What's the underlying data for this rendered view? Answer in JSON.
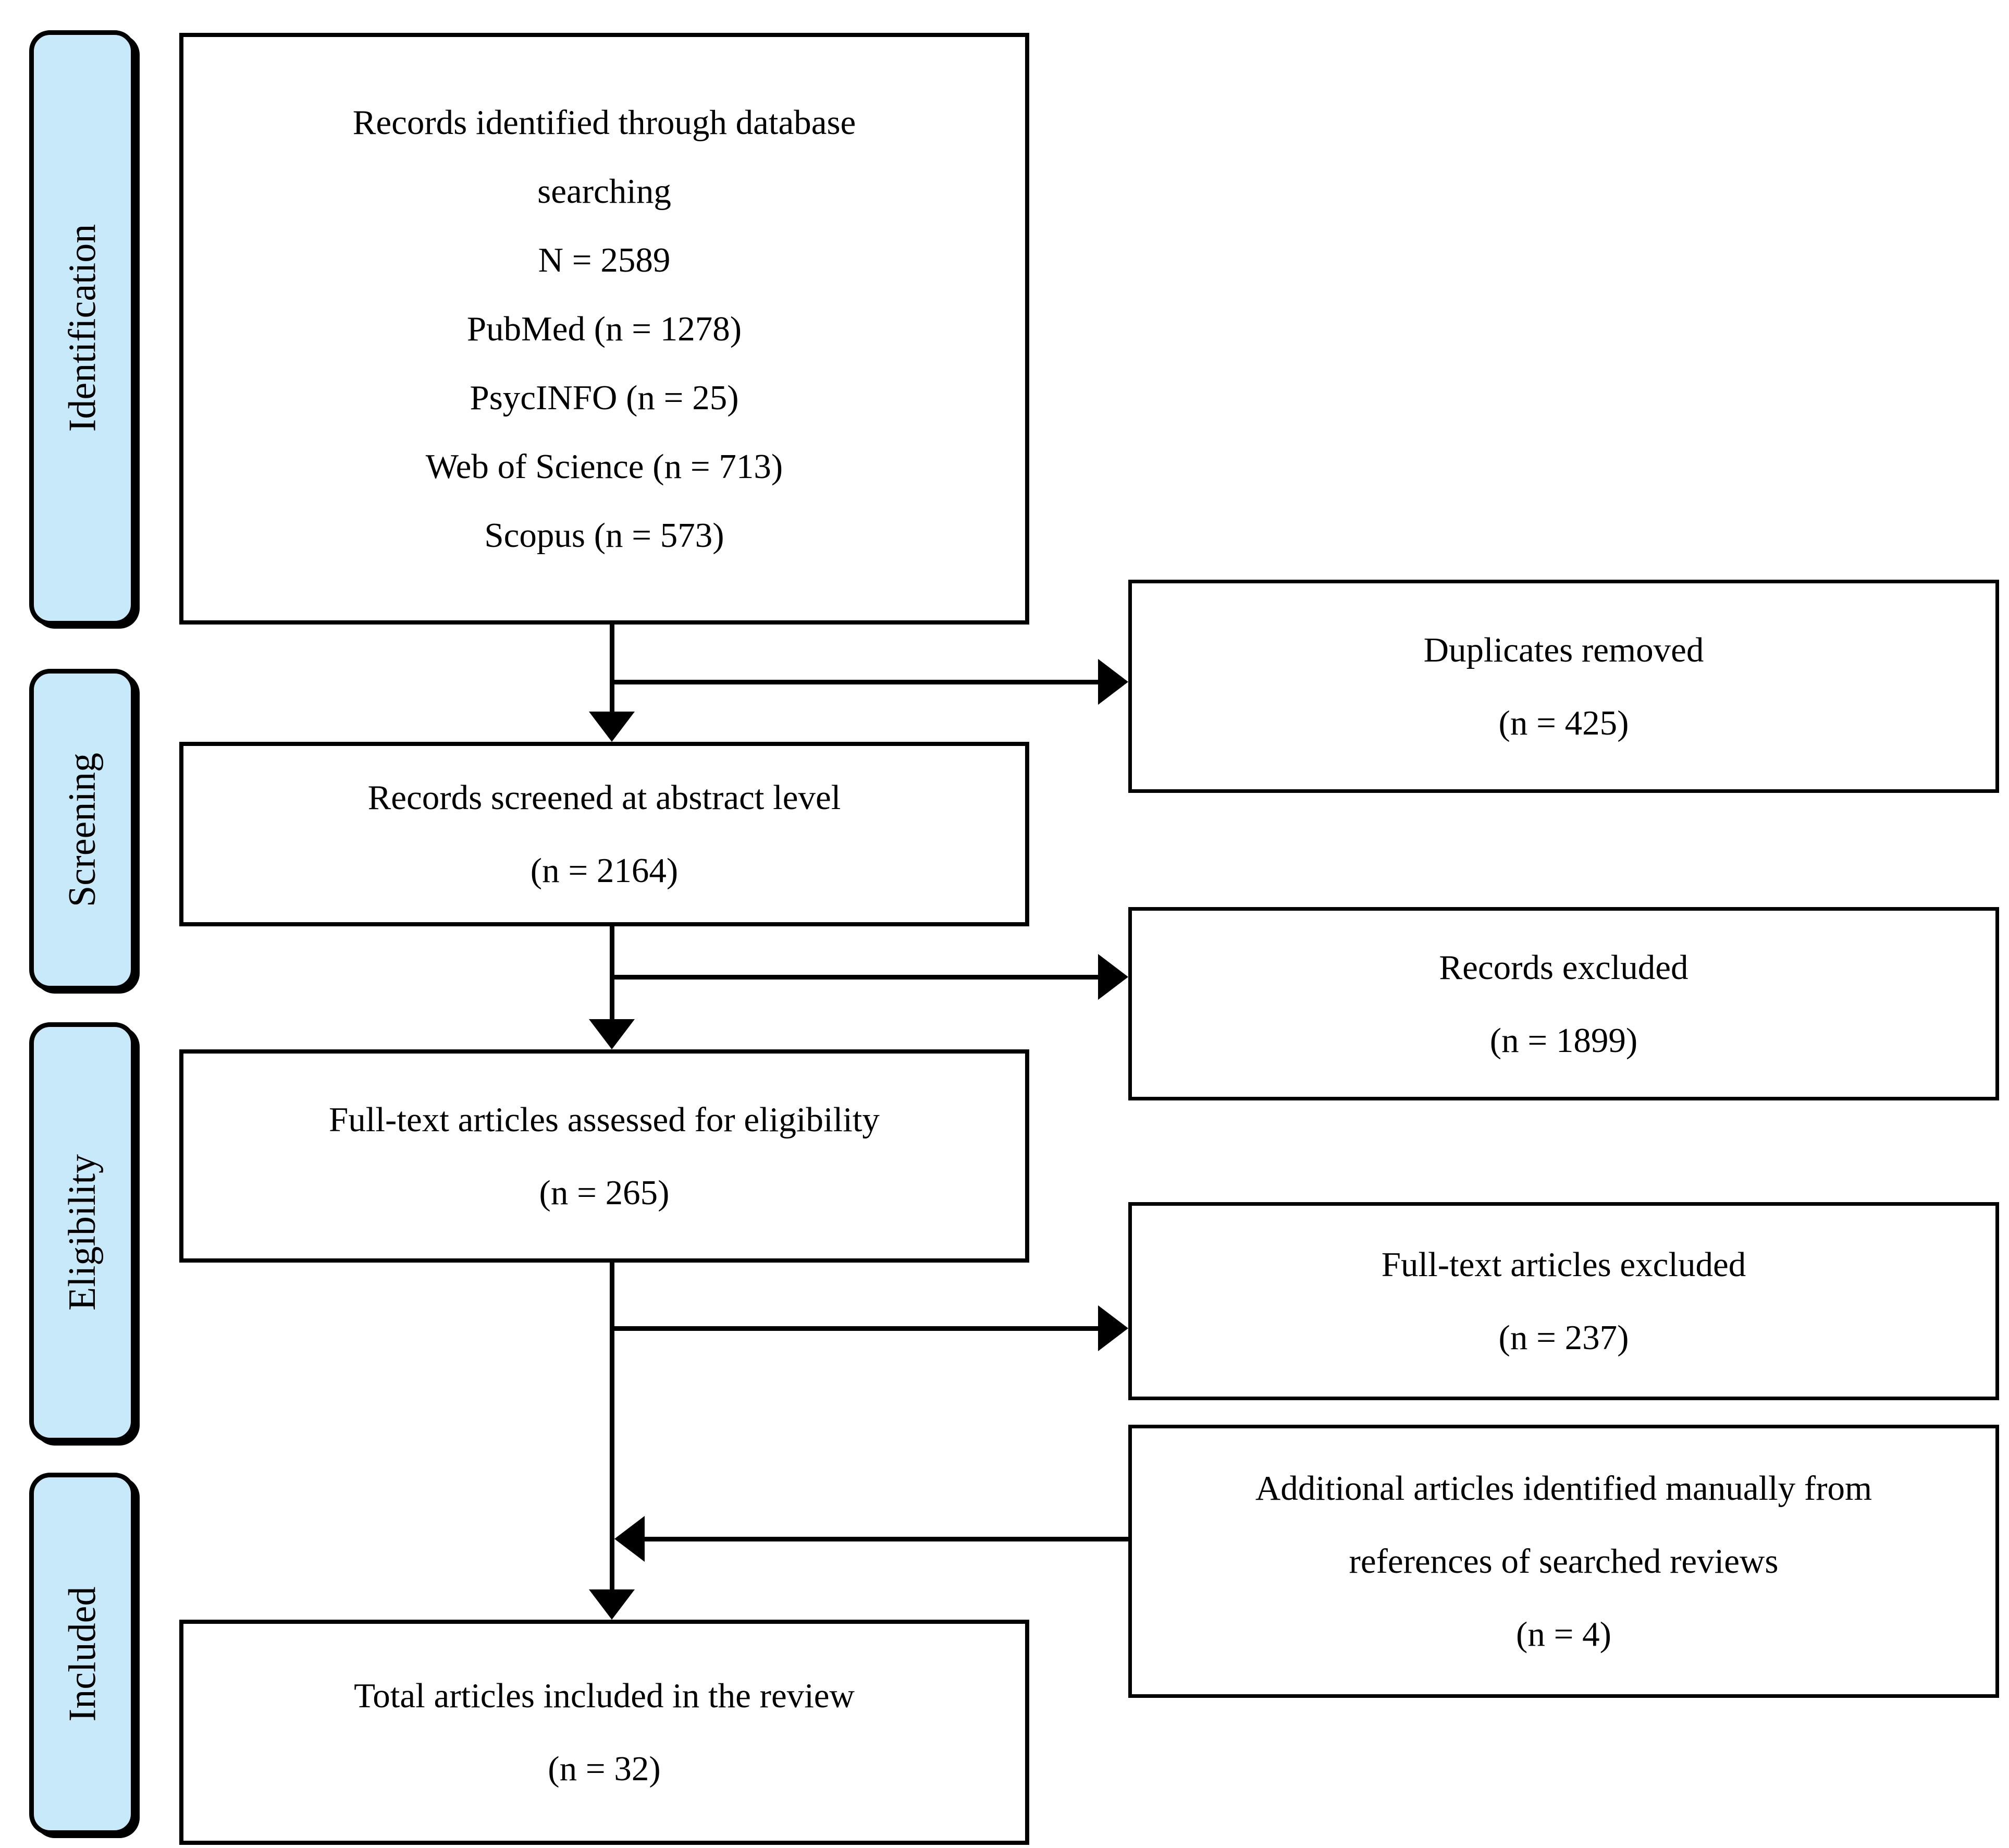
{
  "colors": {
    "background": "#FFFFFF",
    "stage_fill": "#C8E9FA",
    "ink": "#000000"
  },
  "stages": [
    {
      "label": "Identification"
    },
    {
      "label": "Screening"
    },
    {
      "label": "Eligibility"
    },
    {
      "label": "Included"
    }
  ],
  "main_boxes": [
    {
      "name": "records-identified",
      "lines": [
        "Records identified through database",
        "searching",
        "N = 2589",
        "PubMed (n = 1278)",
        "PsycINFO (n = 25)",
        "Web of Science (n = 713)",
        "Scopus (n = 573)"
      ]
    },
    {
      "name": "records-screened",
      "lines": [
        "Records screened at abstract level",
        "(n = 2164)"
      ]
    },
    {
      "name": "fulltext-assessed",
      "lines": [
        "Full-text articles assessed for eligibility",
        "(n = 265)"
      ]
    },
    {
      "name": "total-included",
      "lines": [
        "Total articles included in the review",
        "(n = 32)"
      ]
    }
  ],
  "side_boxes": [
    {
      "name": "duplicates-removed",
      "lines": [
        "Duplicates removed",
        "(n = 425)"
      ]
    },
    {
      "name": "records-excluded",
      "lines": [
        "Records excluded",
        "(n = 1899)"
      ]
    },
    {
      "name": "fulltext-excluded",
      "lines": [
        "Full-text articles excluded",
        "(n = 237)"
      ]
    },
    {
      "name": "additional-articles",
      "lines": [
        "Additional articles identified manually from",
        "references of searched reviews",
        "(n = 4)"
      ]
    }
  ],
  "connectors": [
    {
      "from": "records-identified",
      "to": "records-screened",
      "direction": "down"
    },
    {
      "from": "records-identified",
      "to": "duplicates-removed",
      "direction": "right"
    },
    {
      "from": "records-screened",
      "to": "fulltext-assessed",
      "direction": "down"
    },
    {
      "from": "records-screened",
      "to": "records-excluded",
      "direction": "right"
    },
    {
      "from": "fulltext-assessed",
      "to": "total-included",
      "direction": "down"
    },
    {
      "from": "fulltext-assessed",
      "to": "fulltext-excluded",
      "direction": "right"
    },
    {
      "from": "additional-articles",
      "to": "total-included",
      "direction": "left"
    }
  ]
}
